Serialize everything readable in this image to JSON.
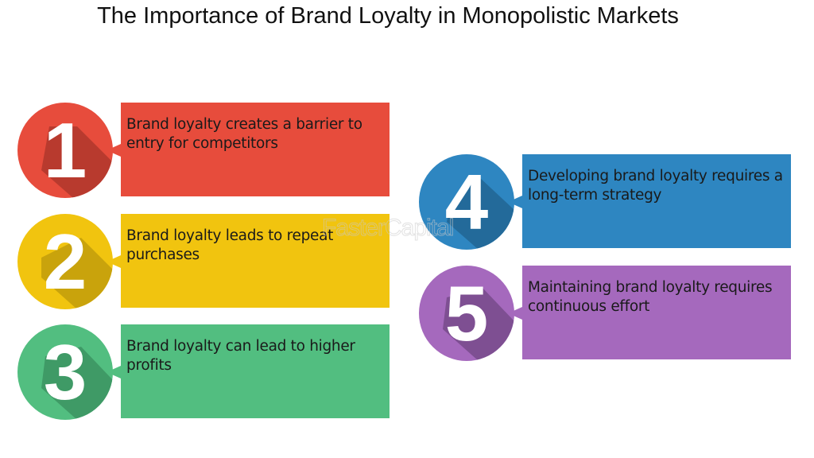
{
  "title": "The Importance of Brand Loyalty in Monopolistic Markets",
  "watermark": "FasterCapital",
  "items": [
    {
      "number": "1",
      "text": "Brand loyalty creates a barrier to entry for competitors",
      "color": "#E74C3C",
      "shade": "#B83A2E"
    },
    {
      "number": "2",
      "text": "Brand loyalty leads to repeat purchases",
      "color": "#F1C40F",
      "shade": "#C9A30C"
    },
    {
      "number": "3",
      "text": "Brand loyalty can lead to higher profits",
      "color": "#52BE80",
      "shade": "#3F9A66"
    },
    {
      "number": "4",
      "text": "Developing brand loyalty requires a long-term strategy",
      "color": "#2E86C1",
      "shade": "#236A9A"
    },
    {
      "number": "5",
      "text": "Maintaining brand loyalty requires continuous effort",
      "color": "#A569BD",
      "shade": "#7E4F92"
    }
  ]
}
